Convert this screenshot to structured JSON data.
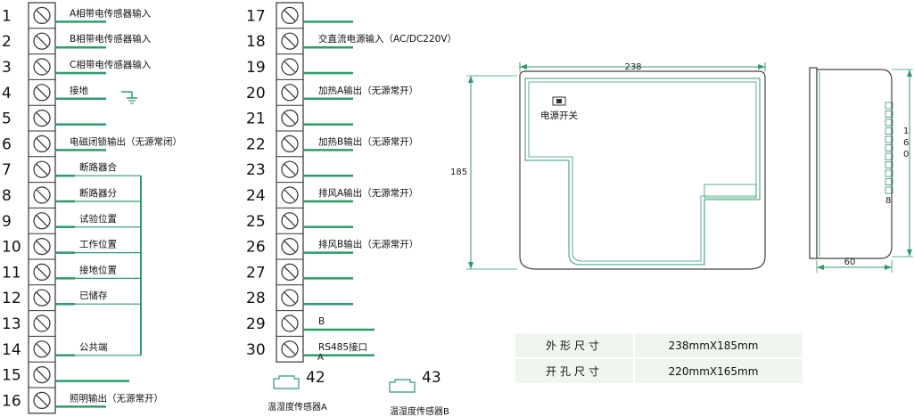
{
  "colors": {
    "wire": "#2c9c6a",
    "terminal_block": "#ffffff",
    "table_bg": "#eef6ef",
    "outline": "#444444"
  },
  "left_terminals": [
    {
      "num": "1",
      "label": "A相带电传感器输入"
    },
    {
      "num": "2",
      "label": "B相带电传感器输入"
    },
    {
      "num": "3",
      "label": "C相带电传感器输入"
    },
    {
      "num": "4",
      "label": "接地"
    },
    {
      "num": "5",
      "label": ""
    },
    {
      "num": "6",
      "label": "电磁闭锁输出（无源常闭）"
    },
    {
      "num": "7",
      "label": "断路器合"
    },
    {
      "num": "8",
      "label": "断路器分"
    },
    {
      "num": "9",
      "label": "试验位置"
    },
    {
      "num": "10",
      "label": "工作位置"
    },
    {
      "num": "11",
      "label": "接地位置"
    },
    {
      "num": "12",
      "label": "已储存"
    },
    {
      "num": "13",
      "label": ""
    },
    {
      "num": "14",
      "label": "公共端"
    },
    {
      "num": "15",
      "label": ""
    },
    {
      "num": "16",
      "label": "照明输出（无源常开）"
    }
  ],
  "right_terminals": [
    {
      "num": "17",
      "label": ""
    },
    {
      "num": "18",
      "label": "交直流电源输入（AC/DC220V）"
    },
    {
      "num": "19",
      "label": ""
    },
    {
      "num": "20",
      "label": "加热A输出（无源常开）"
    },
    {
      "num": "21",
      "label": ""
    },
    {
      "num": "22",
      "label": "加热B输出（无源常开）"
    },
    {
      "num": "23",
      "label": ""
    },
    {
      "num": "24",
      "label": "排风A输出（无源常开）"
    },
    {
      "num": "25",
      "label": ""
    },
    {
      "num": "26",
      "label": "排风B输出（无源常开）"
    },
    {
      "num": "27",
      "label": ""
    },
    {
      "num": "28",
      "label": ""
    },
    {
      "num": "29",
      "label": "B"
    },
    {
      "num": "30",
      "label": "RS485接口"
    }
  ],
  "rs485_a_label": "A",
  "sensors": [
    {
      "num": "42",
      "label": "温湿度传感器A"
    },
    {
      "num": "43",
      "label": "温湿度传感器B"
    }
  ],
  "front_view": {
    "width_label": "238",
    "height_label": "185",
    "power_switch_label": "电源开关"
  },
  "side_view": {
    "height_label": "160",
    "depth_label": "60",
    "connector_label": "8"
  },
  "spec_table": [
    {
      "name": "外形尺寸",
      "value": "238mmX185mm"
    },
    {
      "name": "开孔尺寸",
      "value": "220mmX165mm"
    }
  ]
}
